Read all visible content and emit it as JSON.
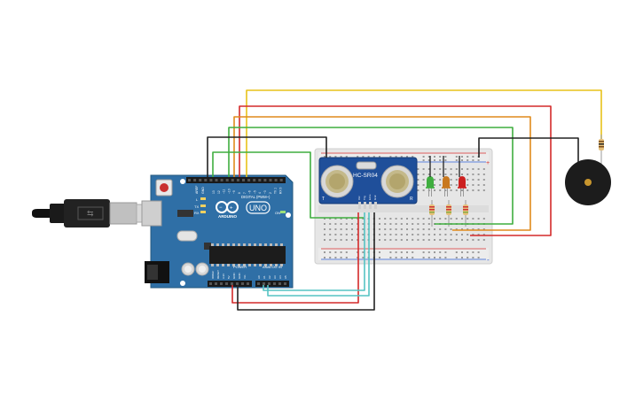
{
  "board": {
    "brand": "ARDUINO",
    "model": "UNO",
    "digital_header": "DIGITAL (PWM~)",
    "power_header": "POWER",
    "analog_header": "ANALOG IN",
    "aref_label": "AREF",
    "gnd_label": "GND",
    "tx_label": "TX",
    "rx_label": "RX",
    "on_label": "ON",
    "l_label": "L",
    "digital_pins": [
      "13",
      "12",
      "~11",
      "~10",
      "~9",
      "8",
      "7",
      "~6",
      "~5",
      "4",
      "~3",
      "2",
      "TX 1",
      "RX 0"
    ],
    "power_pins": [
      "IOREF",
      "RESET",
      "3.3V",
      "5V",
      "GND",
      "GND",
      "Vin"
    ],
    "analog_pins": [
      "A0",
      "A1",
      "A2",
      "A3",
      "A4",
      "A5"
    ]
  },
  "sensor": {
    "model": "HC-SR04",
    "t_label": "T",
    "r_label": "R",
    "pins": [
      "Vcc",
      "Trig",
      "Echo",
      "Gnd"
    ]
  },
  "breadboard": {
    "rail_plus": "+",
    "rail_minus": "-"
  },
  "leds": [
    {
      "name": "green-led",
      "color": "#3fae3f"
    },
    {
      "name": "orange-led",
      "color": "#c8781e"
    },
    {
      "name": "red-led",
      "color": "#cc2020"
    }
  ],
  "colors": {
    "board": "#2f6fa6",
    "wire_yellow": "#e8c21a",
    "wire_red": "#d42a2a",
    "wire_orange": "#e08a1c",
    "wire_green": "#3fae3f",
    "wire_black": "#222222",
    "wire_cyan": "#55c3c3",
    "sensor": "#1f4f9a",
    "buzzer": "#1c1c1c"
  }
}
